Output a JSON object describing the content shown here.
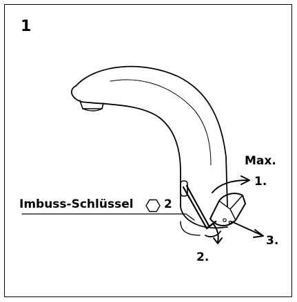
{
  "figure": {
    "number": "1"
  },
  "labels": {
    "max": "Max.",
    "step_1": "1.",
    "step_2": "2.",
    "step_3": "3.",
    "key_name": "Imbuss-Schlüssel",
    "key_size": "2"
  },
  "icons": {
    "hex_key_symbol": "hexagon-icon"
  },
  "colors": {
    "line": "#000000",
    "background": "#ffffff"
  }
}
